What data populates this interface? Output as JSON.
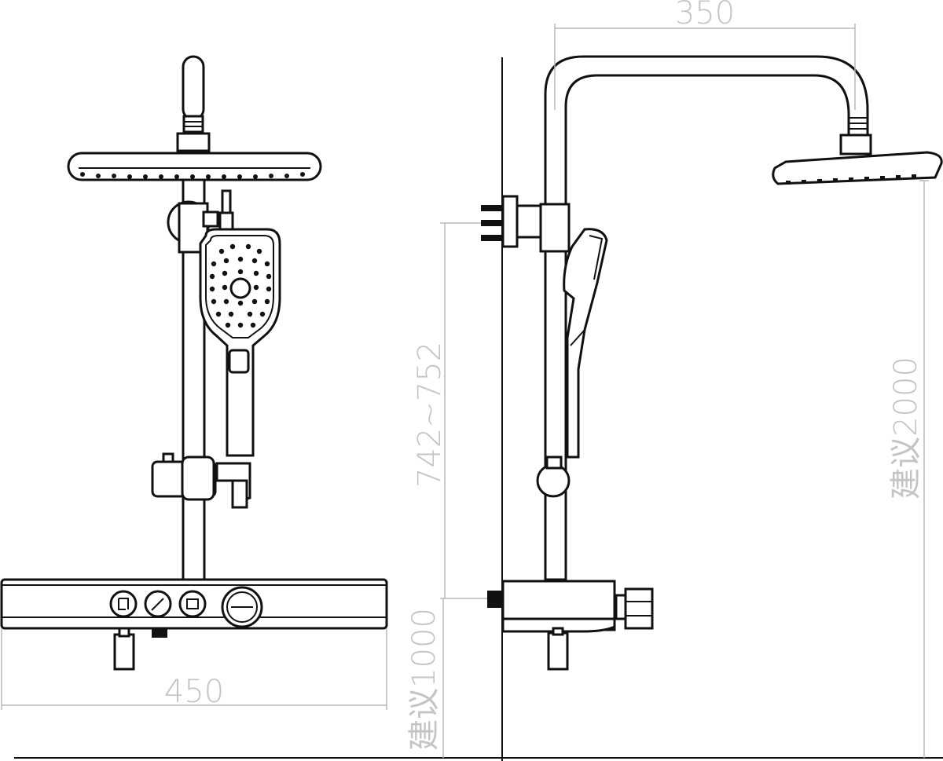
{
  "dimensions": {
    "arm_reach": "350",
    "panel_width": "450",
    "bar_range": "742~752",
    "floor_to_panel": "建议1000",
    "floor_to_head": "建议2000"
  },
  "colors": {
    "line": "#111111",
    "dimension": "#b8b8b8",
    "background": "#ffffff"
  },
  "icons": [
    "front-view-shower-system",
    "side-view-shower-system",
    "wall-line",
    "floor-line"
  ]
}
